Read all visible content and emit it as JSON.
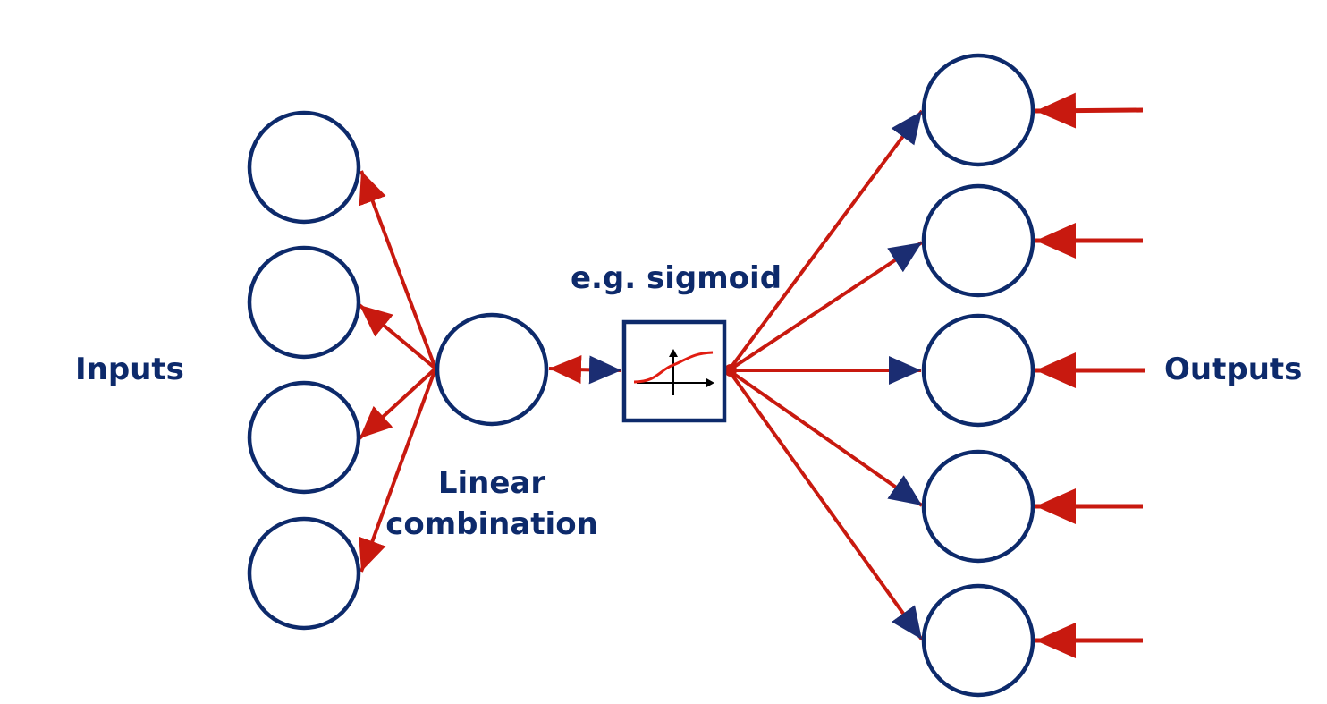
{
  "diagram": {
    "inputs_label": "Inputs",
    "outputs_label": "Outputs",
    "linear_label_line1": "Linear",
    "linear_label_line2": "combination",
    "activation_label": "e.g. sigmoid",
    "input_node_count": 4,
    "output_node_count": 5,
    "activation_icon": "sigmoid-curve-icon"
  },
  "colors": {
    "node_stroke": "#0d2a6b",
    "arrow": "#c8190f",
    "arrow_head_dark": "#1b2d72",
    "text": "#0d2a6b",
    "sigmoid_curve": "#e11d12",
    "axes": "#000000"
  }
}
